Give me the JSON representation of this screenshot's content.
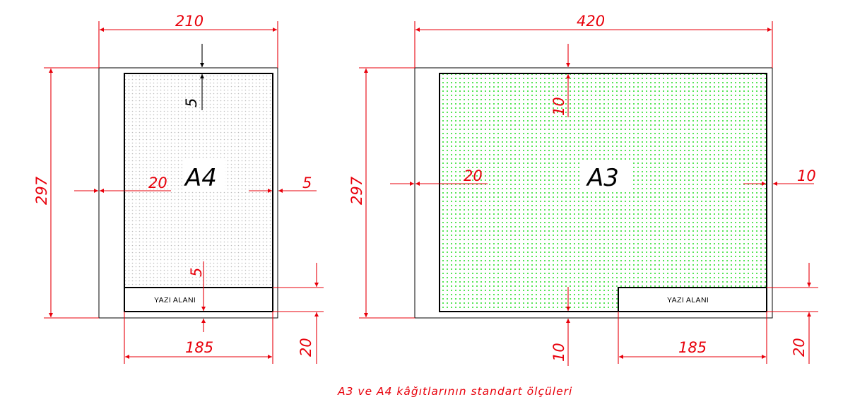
{
  "a4": {
    "label": "A4",
    "width": "210",
    "height": "297",
    "margin_top": "5",
    "margin_left": "20",
    "margin_right": "5",
    "margin_bottom": "5",
    "title_block_label": "YAZI ALANI",
    "title_block_width": "185",
    "title_block_height": "20",
    "fill_color": "#bdbdbd"
  },
  "a3": {
    "label": "A3",
    "width": "420",
    "height": "297",
    "margin_top": "10",
    "margin_left": "20",
    "margin_right": "10",
    "margin_bottom": "10",
    "title_block_label": "YAZI ALANI",
    "title_block_width": "185",
    "title_block_height": "20",
    "fill_color": "#22dd22"
  },
  "colors": {
    "dimension": "#e8000b",
    "frame": "#000000"
  },
  "caption": "A3 ve A4 kâğıtlarının standart ölçüleri"
}
